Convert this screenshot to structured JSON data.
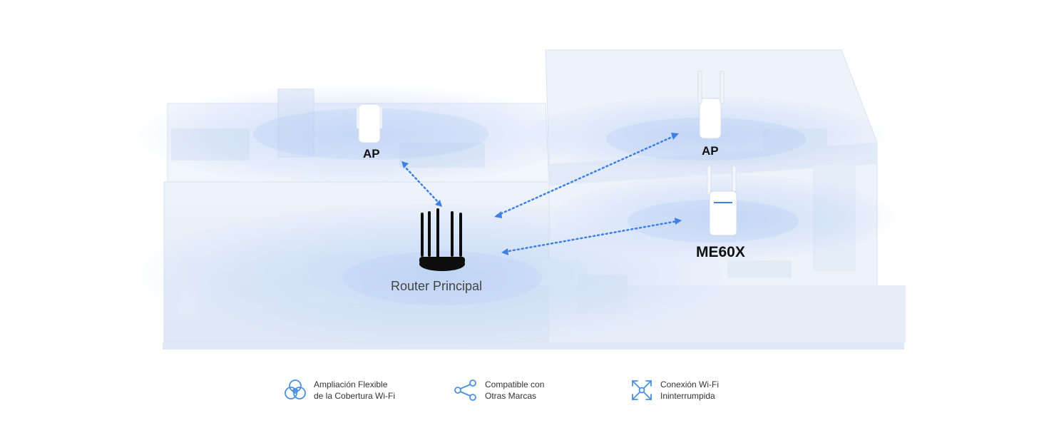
{
  "labels": {
    "ap_left": "AP",
    "ap_right": "AP",
    "extender": "ME60X",
    "router": "Router Principal"
  },
  "features": [
    {
      "icon": "coverage-circles-icon",
      "line1": "Ampliación Flexible",
      "line2": "de la Cobertura Wi-Fi"
    },
    {
      "icon": "share-nodes-icon",
      "line1": "Compatible con",
      "line2": "Otras Marcas"
    },
    {
      "icon": "expand-arrows-icon",
      "line1": "Conexión Wi-Fi",
      "line2": "Ininterrumpida"
    }
  ],
  "colors": {
    "accent": "#4a90e2",
    "coverage": "#8fb4ee",
    "house": "#e8eef8",
    "link": "#3f80e6"
  }
}
